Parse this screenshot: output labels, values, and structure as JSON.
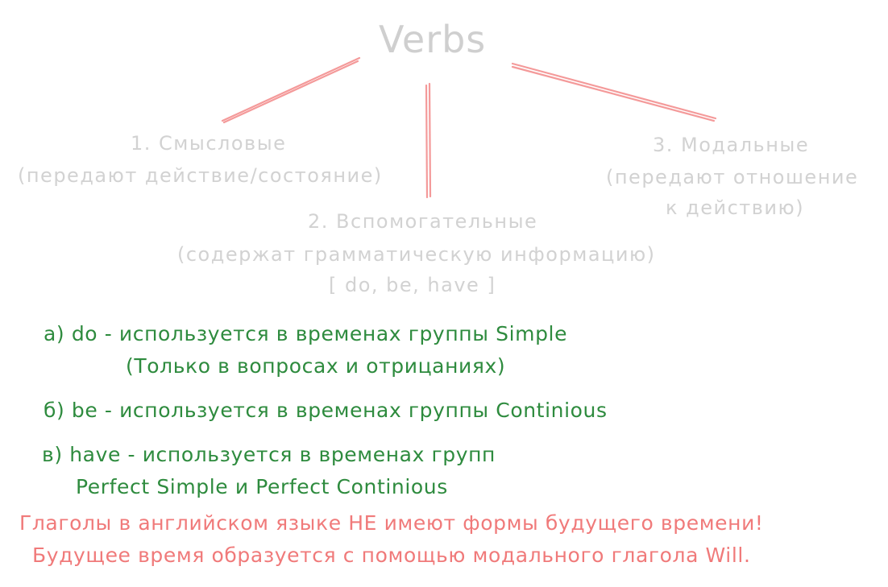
{
  "diagram": {
    "title": "Verbs",
    "branches": [
      {
        "line1": "1. Смысловые",
        "line2": "(передают действие/состояние)"
      },
      {
        "line1": "2. Вспомогательные",
        "line2": "(содержат грамматическую информацию)",
        "line3": "[ do, be, have ]"
      },
      {
        "line1": "3. Модальные",
        "line2": "(передают отношение",
        "line3": "к действию)"
      }
    ]
  },
  "notes": {
    "a_line1": "а) do - используется в временах группы Simple",
    "a_line2": "(Только в вопросах и отрицаниях)",
    "b_line1": "б) be - используется в временах группы Continious",
    "c_line1": "в) have - используется в временах групп",
    "c_line2": "Perfect Simple и Perfect Continious"
  },
  "warning": {
    "line1": "Глаголы в английском языке НЕ имеют формы будущего времени!",
    "line2": "Будущее время образуется с помощью модального глагола Will."
  },
  "colors": {
    "title": "#cfcfcf",
    "branch_text": "#d2d2d2",
    "connector": "#f49a9a",
    "notes": "#2e8b3e",
    "warning": "#f07a7a"
  }
}
